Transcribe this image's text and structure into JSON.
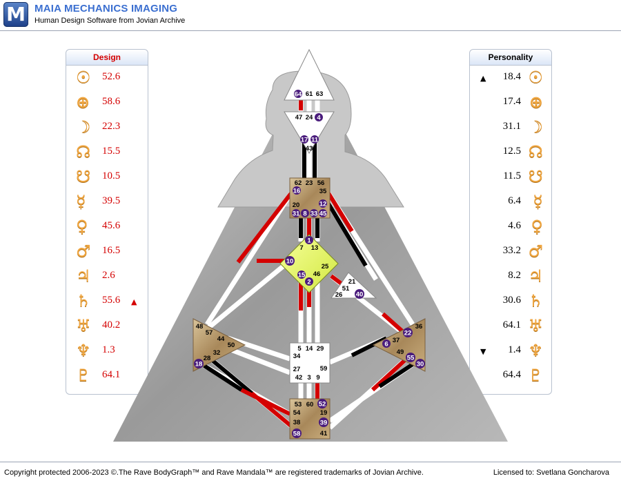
{
  "header": {
    "logo_letter": "M",
    "title": "MAIA MECHANICS IMAGING",
    "subtitle": "Human Design Software from Jovian Archive"
  },
  "colors": {
    "design": "#d40000",
    "personality": "#000000",
    "planet_glyph": "#f0a640",
    "accent": "#3b6fd0"
  },
  "design": {
    "title": "Design",
    "rows": [
      {
        "icon": "sun-icon",
        "glyph": "☉",
        "value": "52.6"
      },
      {
        "icon": "earth-icon",
        "glyph": "⊕",
        "value": "58.6"
      },
      {
        "icon": "moon-icon",
        "glyph": "☽",
        "value": "22.3"
      },
      {
        "icon": "north-node-icon",
        "glyph": "☊",
        "value": "15.5"
      },
      {
        "icon": "south-node-icon",
        "glyph": "☋",
        "value": "10.5"
      },
      {
        "icon": "mercury-icon",
        "glyph": "☿",
        "value": "39.5"
      },
      {
        "icon": "venus-icon",
        "glyph": "♀",
        "value": "45.6"
      },
      {
        "icon": "mars-icon",
        "glyph": "♂",
        "value": "16.5"
      },
      {
        "icon": "jupiter-icon",
        "glyph": "♃",
        "value": "2.6"
      },
      {
        "icon": "saturn-icon",
        "glyph": "♄",
        "value": "55.6",
        "arrow": "▲"
      },
      {
        "icon": "uranus-icon",
        "glyph": "♅",
        "value": "40.2"
      },
      {
        "icon": "neptune-icon",
        "glyph": "♆",
        "value": "1.3"
      },
      {
        "icon": "pluto-icon",
        "glyph": "♇",
        "value": "64.1"
      }
    ]
  },
  "personality": {
    "title": "Personality",
    "rows": [
      {
        "icon": "sun-icon",
        "glyph": "☉",
        "value": "18.4",
        "arrow": "▲"
      },
      {
        "icon": "earth-icon",
        "glyph": "⊕",
        "value": "17.4"
      },
      {
        "icon": "moon-icon",
        "glyph": "☽",
        "value": "31.1"
      },
      {
        "icon": "north-node-icon",
        "glyph": "☊",
        "value": "12.5"
      },
      {
        "icon": "south-node-icon",
        "glyph": "☋",
        "value": "11.5"
      },
      {
        "icon": "mercury-icon",
        "glyph": "☿",
        "value": "6.4"
      },
      {
        "icon": "venus-icon",
        "glyph": "♀",
        "value": "4.6"
      },
      {
        "icon": "mars-icon",
        "glyph": "♂",
        "value": "33.2"
      },
      {
        "icon": "jupiter-icon",
        "glyph": "♃",
        "value": "8.2"
      },
      {
        "icon": "saturn-icon",
        "glyph": "♄",
        "value": "30.6"
      },
      {
        "icon": "uranus-icon",
        "glyph": "♅",
        "value": "64.1"
      },
      {
        "icon": "neptune-icon",
        "glyph": "♆",
        "value": "1.4",
        "arrow": "▼"
      },
      {
        "icon": "pluto-icon",
        "glyph": "♇",
        "value": "64.4"
      }
    ]
  },
  "gates": {
    "head": [
      "64",
      "61",
      "63"
    ],
    "ajna": [
      "47",
      "24",
      "4",
      "17",
      "11",
      "43"
    ],
    "throat": [
      "62",
      "23",
      "56",
      "16",
      "35",
      "12",
      "20",
      "31",
      "8",
      "33",
      "45"
    ],
    "g": [
      "1",
      "7",
      "13",
      "10",
      "25",
      "46",
      "15",
      "2"
    ],
    "ego": [
      "21",
      "51",
      "26",
      "40"
    ],
    "spleen": [
      "48",
      "57",
      "44",
      "50",
      "32",
      "28",
      "18"
    ],
    "solar_plexus": [
      "36",
      "22",
      "37",
      "6",
      "49",
      "55",
      "30"
    ],
    "sacral": [
      "5",
      "14",
      "29",
      "34",
      "59",
      "27",
      "42",
      "3",
      "9"
    ],
    "root": [
      "53",
      "60",
      "52",
      "54",
      "19",
      "38",
      "39",
      "58",
      "41"
    ]
  },
  "footer": {
    "copyright": "Copyright protected 2006-2023 ©.The Rave BodyGraph™ and Rave Mandala™ are registered trademarks of Jovian Archive.",
    "license": "Licensed to: Svetlana Goncharova"
  }
}
